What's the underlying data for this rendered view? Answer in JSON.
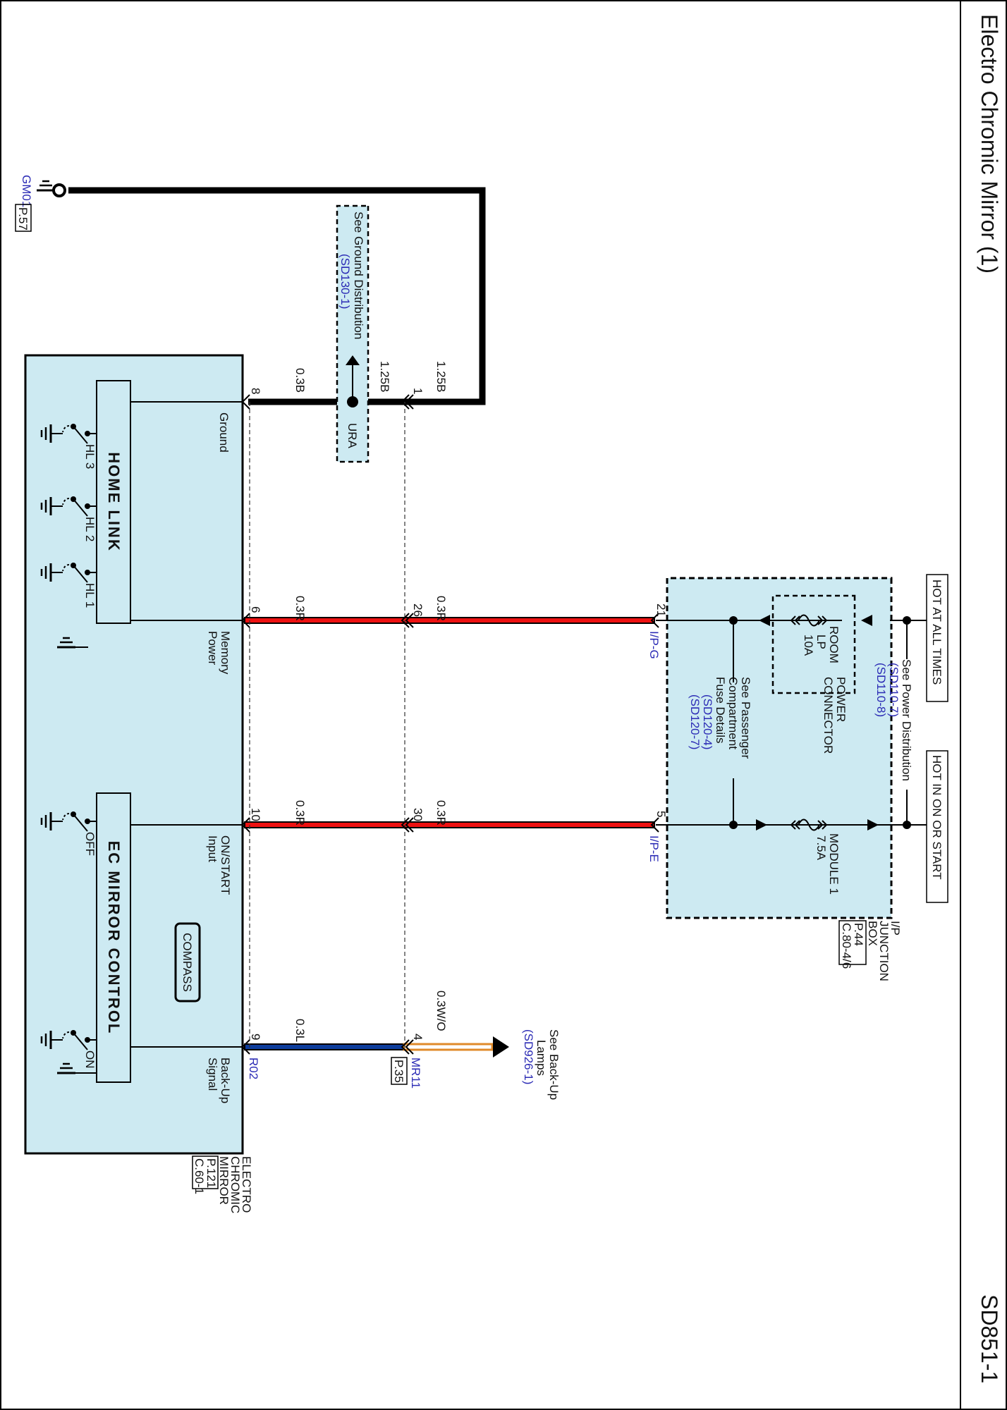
{
  "page": {
    "title": "Electro Chromic Mirror (1)",
    "code": "SD851-1"
  },
  "ground_point": {
    "name": "GM01",
    "page_ref": "P.57",
    "wire": "1.25B"
  },
  "ground_distribution": {
    "note": "See Ground Distribution",
    "ref": "(SD130-1)",
    "splice": "URA",
    "wire_in": "1.25B"
  },
  "junction_box": {
    "label_lines": [
      "I/P",
      "JUNCTION",
      "BOX"
    ],
    "page_ref": "P.44",
    "connector_ref": "C.80-4/6",
    "hot_at_all_times": "HOT AT ALL TIMES",
    "hot_in_on_or_start": "HOT IN ON OR START",
    "power_distribution_note": "See Power Distribution",
    "power_distribution_refs": [
      "(SD110-7)",
      "(SD110-8)"
    ],
    "power_connector_lines": [
      "POWER",
      "CONNECTOR"
    ],
    "fuse_room_lp": {
      "lines": [
        "ROOM",
        "LP",
        "10A"
      ]
    },
    "fuse_module1": {
      "lines": [
        "MODULE 1",
        "7.5A"
      ]
    },
    "passenger_fuse_note_lines": [
      "See Passenger",
      "Compartment",
      "Fuse Details"
    ],
    "passenger_fuse_refs": [
      "(SD120-4)",
      "(SD120-7)"
    ]
  },
  "connectors": {
    "ip_g": {
      "name": "I/P-G",
      "pin": "21"
    },
    "ip_e": {
      "name": "I/P-E",
      "pin": "5"
    },
    "mr11": {
      "name": "MR11",
      "page_ref": "P.35",
      "pin": "4"
    },
    "r02": {
      "name": "R02"
    }
  },
  "wires": {
    "ground": {
      "pin_mid": "1",
      "pin_mirror": "8",
      "size_a": "1.25B",
      "size_b": "0.3B"
    },
    "memory": {
      "pin_mid": "26",
      "pin_mirror": "6",
      "size_a": "0.3R",
      "size_b": "0.3R"
    },
    "on_start": {
      "pin_mid": "30",
      "pin_mirror": "10",
      "size_a": "0.3R",
      "size_b": "0.3R"
    },
    "backup": {
      "pin_mid": "4",
      "pin_mirror": "9",
      "size_a": "0.3W/O",
      "size_b": "0.3L"
    }
  },
  "backup_lamps": {
    "lines": [
      "See Back-Up",
      "Lamps"
    ],
    "ref": "(SD926-1)"
  },
  "mirror": {
    "label_lines": [
      "ELECTRO",
      "CHROMIC",
      "MIRROR"
    ],
    "page_ref": "P.121",
    "connector_ref": "C.60-1",
    "pin_labels": {
      "ground": "Ground",
      "memory_power": [
        "Memory",
        "Power"
      ],
      "on_start_input": [
        "ON/START",
        "Input"
      ],
      "backup_signal": [
        "Back-Up",
        "Signal"
      ]
    },
    "home_link": {
      "title": "HOME  LINK",
      "switches": [
        "HL 3",
        "HL 2",
        "HL 1"
      ]
    },
    "ec_control": {
      "title": "EC  MIRROR CONTROL",
      "compass": "COMPASS",
      "switches": [
        "OFF",
        "ON"
      ]
    }
  },
  "colors": {
    "box_fill": "#cdeaf2",
    "wire_black": "#000000",
    "wire_red": "#ee1111",
    "wire_blue": "#0d3d9c",
    "wire_orange": "#e08a2a",
    "ref_blue": "#2b2bb5"
  }
}
